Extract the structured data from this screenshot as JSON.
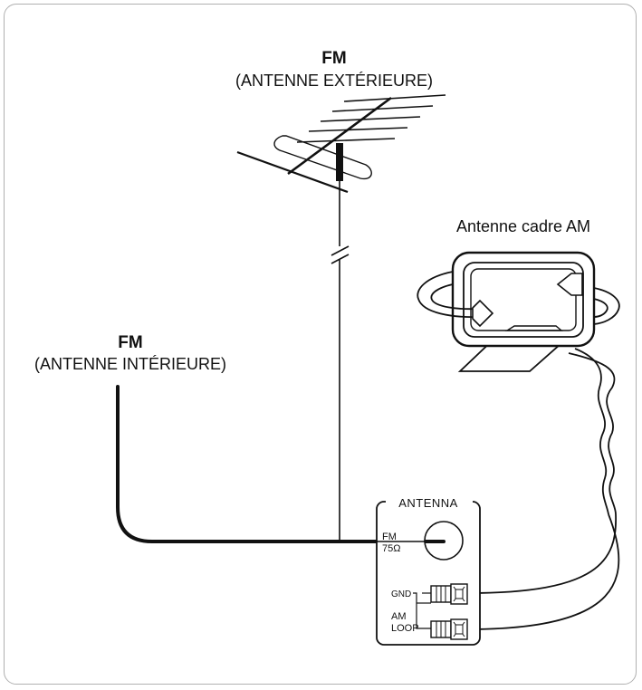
{
  "outdoor_antenna": {
    "title": "FM",
    "subtitle": "(ANTENNE EXTÉRIEURE)"
  },
  "indoor_antenna": {
    "title": "FM",
    "subtitle": "(ANTENNE INTÉRIEURE)"
  },
  "am_loop": {
    "label": "Antenne cadre AM"
  },
  "panel": {
    "title": "ANTENNA",
    "fm_label": "FM",
    "fm_impedance": "75Ω",
    "gnd_label": "GND",
    "am_label": "AM",
    "loop_label": "LOOP"
  },
  "colors": {
    "line": "#111111",
    "frame": "#b0b0b0"
  }
}
